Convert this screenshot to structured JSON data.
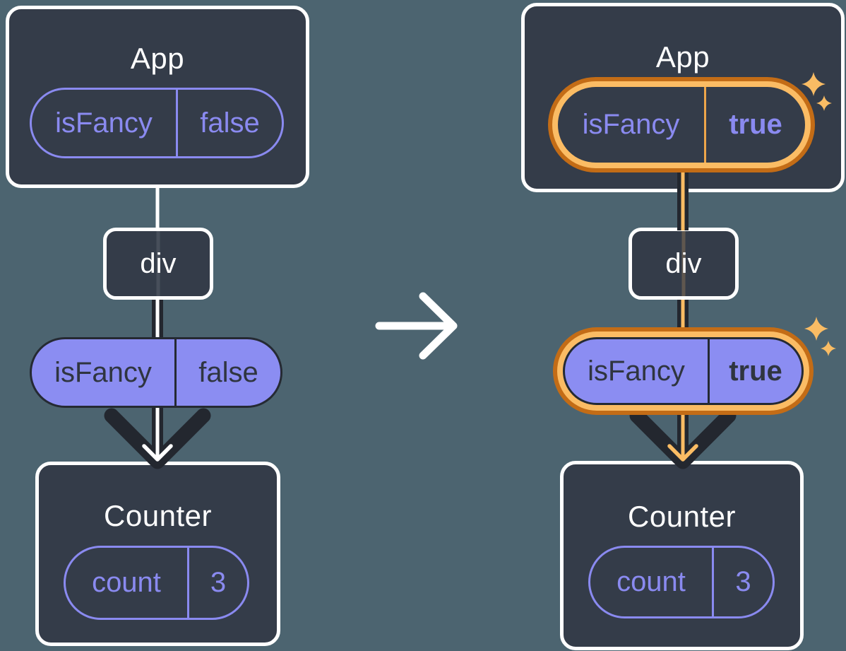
{
  "diagram": {
    "before": {
      "app": {
        "title": "App",
        "prop_name": "isFancy",
        "prop_value": "false"
      },
      "div_label": "div",
      "passed_prop": {
        "name": "isFancy",
        "value": "false"
      },
      "counter": {
        "title": "Counter",
        "state_name": "count",
        "state_value": "3"
      }
    },
    "after": {
      "app": {
        "title": "App",
        "prop_name": "isFancy",
        "prop_value": "true"
      },
      "div_label": "div",
      "passed_prop": {
        "name": "isFancy",
        "value": "true"
      },
      "counter": {
        "title": "Counter",
        "state_name": "count",
        "state_value": "3"
      }
    },
    "colors": {
      "background": "#4C6470",
      "card_fill": "#343C49",
      "card_border": "#FFFFFF",
      "purple_accent": "#8A8AF0",
      "purple_pill_fill": "#8B8DF2",
      "dark_stroke": "#23272F",
      "dark_text": "#2F3540",
      "highlight_orange_dark": "#C36C16",
      "highlight_orange_light": "#FBBC64",
      "arrow_white": "#FFFFFF"
    }
  }
}
